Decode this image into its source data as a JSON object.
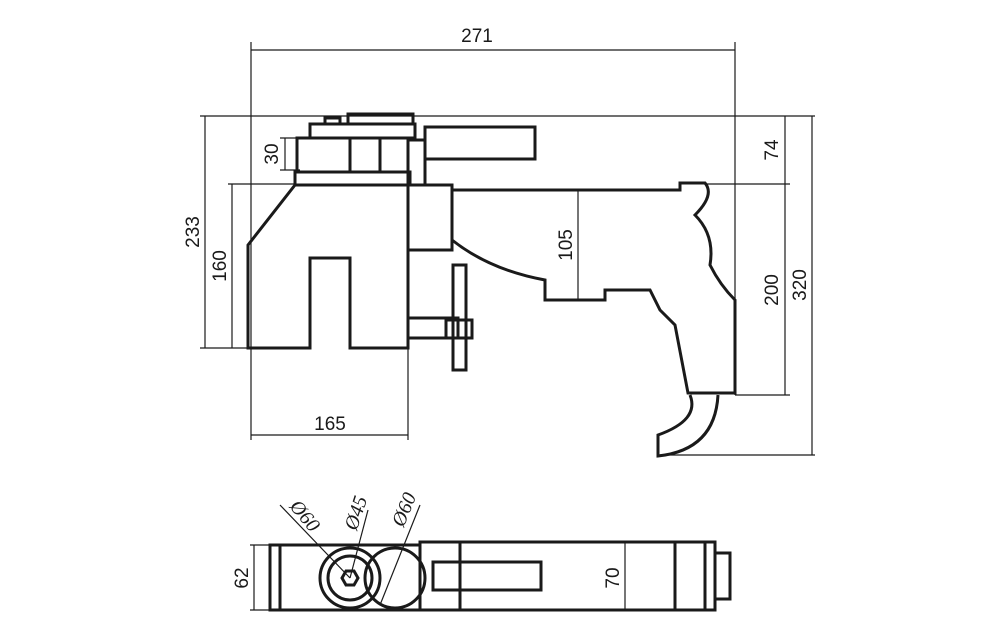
{
  "side_view": {
    "dimensions": {
      "overall_length": "271",
      "top_block_height": "30",
      "top_offset": "74",
      "head_height": "233",
      "jaw_height": "160",
      "barrel_height": "105",
      "grip_height": "200",
      "overall_height": "320",
      "head_width": "165"
    }
  },
  "top_view": {
    "dimensions": {
      "diameter_1": "Ø60",
      "diameter_2": "Ø45",
      "diameter_3": "Ø60",
      "head_depth": "62",
      "body_depth": "70"
    }
  }
}
